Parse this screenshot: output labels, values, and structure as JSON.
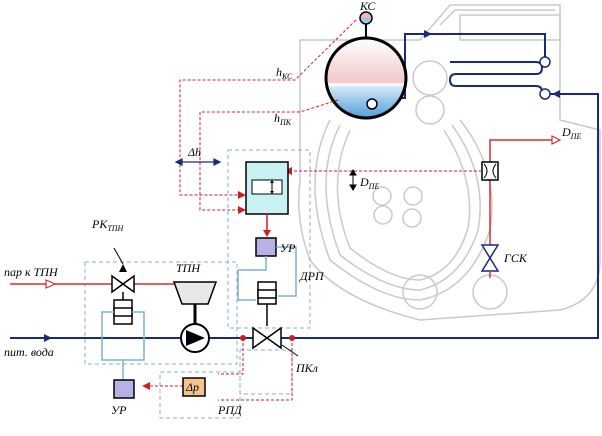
{
  "colors": {
    "water_line": "#1a2a7a",
    "signal_red": "#cc1f1f",
    "steam_red": "#d43030",
    "dashed_blue": "#7fb0d8",
    "regulator_fill": "#b7b2e6",
    "dp_fill": "#f3c48e",
    "ghost_gray": "#c9c9c9",
    "drum_top": "#f7d6d6",
    "drum_bottom": "#b9dcf5",
    "expander_fill": "#c9f2f4"
  },
  "labels": {
    "ks": "КС",
    "h_ks_main": "h",
    "h_ks_sub": "КС",
    "h_pk_main": "h",
    "h_pk_sub": "ПК",
    "delta_h": "Δh",
    "d_pe_main": "D",
    "d_pe_sub": "ПЕ",
    "d_pe2_main": "D",
    "d_pe2_sub": "ПЕ",
    "gsk": "ГСК",
    "ur_top": "УР",
    "ur_bottom": "УР",
    "drp": "ДРП",
    "tpn": "ТПН",
    "rk_main": "РК",
    "rk_sub": "ТПН",
    "steam_to_tpn": "пар к ТПН",
    "feed_water": "пит. вода",
    "pkl": "ПКл",
    "rpd": "РПД",
    "dp": "Δp"
  },
  "icons": [
    "pump-icon",
    "valve-icon",
    "turbine-icon",
    "drum-icon",
    "check-valve-icon",
    "flow-meter-icon"
  ]
}
